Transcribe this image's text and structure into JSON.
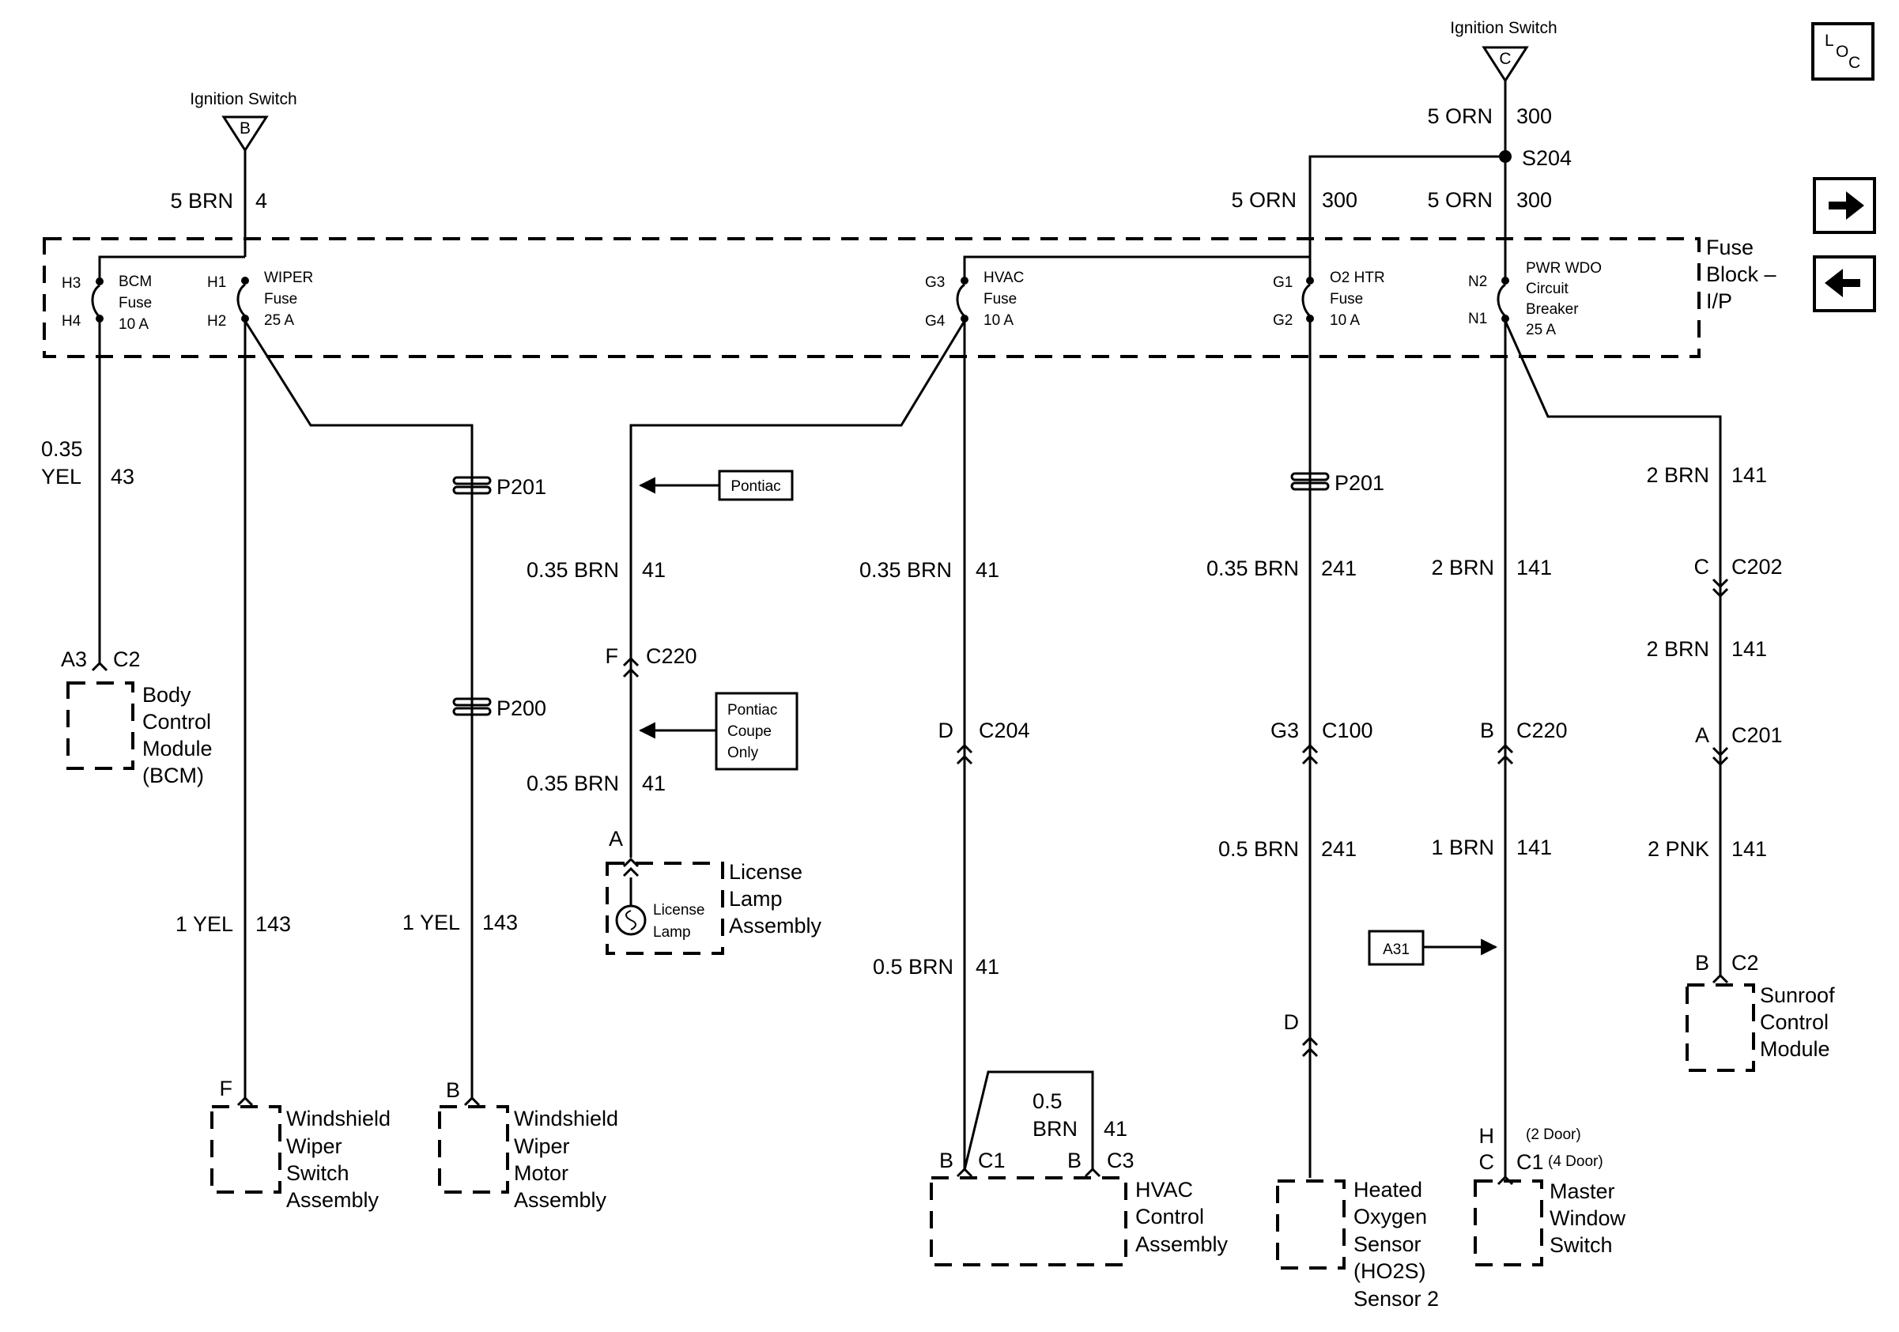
{
  "loc": {
    "l": "L",
    "o": "O",
    "c": "C"
  },
  "tri_b": {
    "title": "Ignition Switch",
    "letter": "B"
  },
  "tri_c": {
    "title": "Ignition Switch",
    "letter": "C"
  },
  "fuse_block": {
    "line1": "Fuse",
    "line2": "Block –",
    "line3": "I/P"
  },
  "fuses": {
    "bcm": {
      "pin_top": "H3",
      "pin_bot": "H4",
      "l1": "BCM",
      "l2": "Fuse",
      "l3": "10 A"
    },
    "wiper": {
      "pin_top": "H1",
      "pin_bot": "H2",
      "l1": "WIPER",
      "l2": "Fuse",
      "l3": "25 A"
    },
    "hvac": {
      "pin_top": "G3",
      "pin_bot": "G4",
      "l1": "HVAC",
      "l2": "Fuse",
      "l3": "10 A"
    },
    "o2": {
      "pin_top": "G1",
      "pin_bot": "G2",
      "l1": "O2 HTR",
      "l2": "Fuse",
      "l3": "10 A"
    },
    "pwr": {
      "pin_top": "N2",
      "pin_bot": "N1",
      "l1": "PWR WDO",
      "l2": "Circuit",
      "l3": "Breaker",
      "l4": "25 A"
    }
  },
  "wires": {
    "w_5brn_4": {
      "size": "5 BRN",
      "num": "4"
    },
    "w_5orn_top": {
      "size": "5 ORN",
      "num": "300"
    },
    "w_5orn_left": {
      "size": "5 ORN",
      "num": "300"
    },
    "w_5orn_right": {
      "size": "5 ORN",
      "num": "300"
    },
    "w_yel43": {
      "size_l1": "0.35",
      "size_l2": "YEL",
      "num": "43"
    },
    "w_brn41_a": {
      "size": "0.35 BRN",
      "num": "41"
    },
    "w_brn41_b": {
      "size": "0.35 BRN",
      "num": "41"
    },
    "w_brn41_c": {
      "size": "0.35 BRN",
      "num": "41"
    },
    "w_brn241_a": {
      "size": "0.35 BRN",
      "num": "241"
    },
    "w_brn141_a": {
      "size": "2 BRN",
      "num": "141"
    },
    "w_brn141_b": {
      "size": "2 BRN",
      "num": "141"
    },
    "w_brn141_c": {
      "size": "2 BRN",
      "num": "141"
    },
    "w_yel143_a": {
      "size": "1 YEL",
      "num": "143"
    },
    "w_yel143_b": {
      "size": "1 YEL",
      "num": "143"
    },
    "w_05brn41": {
      "size": "0.5 BRN",
      "num": "41"
    },
    "w_05brn41_c3": {
      "size_l1": "0.5",
      "size_l2": "BRN",
      "num": "41"
    },
    "w_05brn241": {
      "size": "0.5 BRN",
      "num": "241"
    },
    "w_1brn141": {
      "size": "1 BRN",
      "num": "141"
    },
    "w_2pnk141": {
      "size": "2 PNK",
      "num": "141"
    }
  },
  "splice": "S204",
  "passthrough": {
    "p201_a": "P201",
    "p200": "P200",
    "p201_b": "P201"
  },
  "connectors": {
    "a3c2": {
      "pin": "A3",
      "conn": "C2"
    },
    "fc220": {
      "pin": "F",
      "conn": "C220"
    },
    "a_lic": {
      "pin": "A"
    },
    "dc204": {
      "pin": "D",
      "conn": "C204"
    },
    "g3c100": {
      "pin": "G3",
      "conn": "C100"
    },
    "bc220": {
      "pin": "B",
      "conn": "C220"
    },
    "cc202": {
      "pin": "C",
      "conn": "C202"
    },
    "ac201": {
      "pin": "A",
      "conn": "C201"
    },
    "bc2": {
      "pin": "B",
      "conn": "C2"
    },
    "d_ho2s": {
      "pin": "D"
    },
    "f_wsw": {
      "pin": "F"
    },
    "b_wmm": {
      "pin": "B"
    },
    "bc1": {
      "pin": "B",
      "conn": "C1"
    },
    "bc3": {
      "pin": "B",
      "conn": "C3"
    },
    "mws": {
      "pin1": "H",
      "pin2": "C",
      "conn": "C1",
      "note1": "(2 Door)",
      "note2": "(4 Door)"
    }
  },
  "notes": {
    "pontiac": "Pontiac",
    "coupe_l1": "Pontiac",
    "coupe_l2": "Coupe",
    "coupe_l3": "Only",
    "a31": "A31"
  },
  "components": {
    "bcm": [
      "Body",
      "Control",
      "Module",
      "(BCM)"
    ],
    "license": [
      "License",
      "Lamp",
      "Assembly"
    ],
    "license_inner": [
      "License",
      "Lamp"
    ],
    "wiper_switch": [
      "Windshield",
      "Wiper",
      "Switch",
      "Assembly"
    ],
    "wiper_motor": [
      "Windshield",
      "Wiper",
      "Motor",
      "Assembly"
    ],
    "hvac": [
      "HVAC",
      "Control",
      "Assembly"
    ],
    "ho2s": [
      "Heated",
      "Oxygen",
      "Sensor",
      "(HO2S)",
      "Sensor 2"
    ],
    "master": [
      "Master",
      "Window",
      "Switch"
    ],
    "sunroof": [
      "Sunroof",
      "Control",
      "Module"
    ]
  }
}
